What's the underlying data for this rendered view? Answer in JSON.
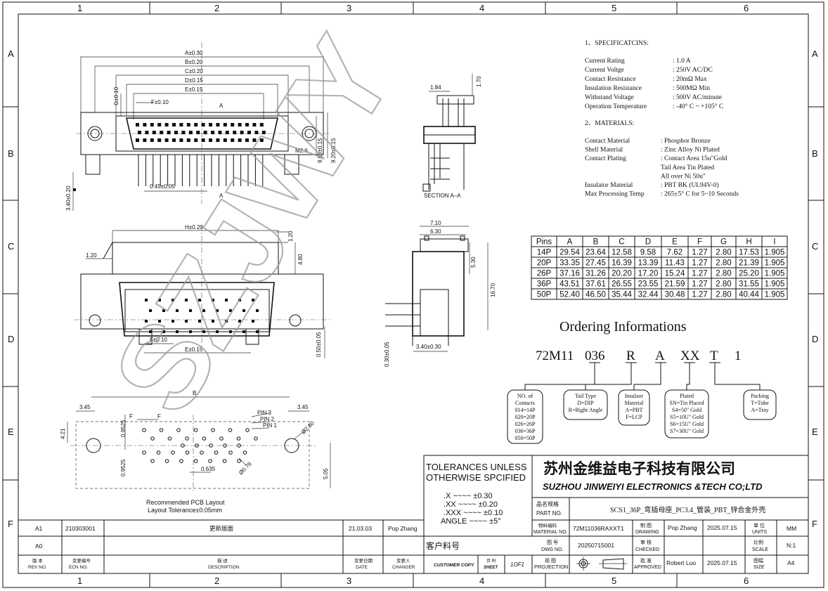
{
  "frame": {
    "col_labels": [
      "1",
      "2",
      "3",
      "4",
      "5",
      "6"
    ],
    "row_labels": [
      "A",
      "B",
      "C",
      "D",
      "E",
      "F"
    ]
  },
  "watermark": "SZJWY",
  "top_view": {
    "dims": [
      "A±0.30",
      "B±0.20",
      "C±0.20",
      "D±0.15",
      "E±0.15",
      "F±0.10",
      "A",
      "A",
      "G±0.10",
      "9.00±0.15",
      "9.20±0.15",
      "M2.6",
      "0.45±0.05",
      "3.40±0.20"
    ]
  },
  "section": {
    "dims": [
      "1.84",
      "1.70"
    ],
    "label": "SECTION A–A"
  },
  "front_view": {
    "dims": [
      "H±0.20",
      "1.20",
      "1.20",
      "4.80",
      "F±0.10",
      "E±0.15",
      "0.50±0.05"
    ]
  },
  "side_view": {
    "dims": [
      "7.10",
      "6.30",
      "5.30",
      "16.70",
      "3.40±0.30",
      "0.30±0.05"
    ]
  },
  "pcb": {
    "dims": [
      "B",
      "3.45",
      "3.45",
      "4.21",
      "F",
      "F",
      "0.9525",
      "0.9525",
      "0.635",
      "5.05"
    ],
    "pin_labels": [
      "PIN 3",
      "PIN 2",
      "PIN 1"
    ],
    "hole_dims": [
      "Ø2.80",
      "Ø0.78"
    ],
    "caption1": "Recommended PCB Layout",
    "caption2": "Layout Tolerance±0.05mm"
  },
  "specs": {
    "heading": "1、SPECIFICATCINS:",
    "rows": [
      {
        "k": "Current  Rating",
        "v": ": 1.0 A"
      },
      {
        "k": "Current  Voltge",
        "v": ": 250V AC/DC"
      },
      {
        "k": "Contact   Resistance",
        "v": ": 20mΩ  Max"
      },
      {
        "k": "Insulation Resistance",
        "v": ": 500MΩ Min"
      },
      {
        "k": "Withstand   Voltage",
        "v": ": 500V AC/minute"
      },
      {
        "k": "Operation  Temperature",
        "v": ": -40° C ~ +105° C"
      }
    ],
    "materials_heading": "2、MATERIALS:",
    "materials": [
      {
        "k": "Contact  Material",
        "v": ":   Phosphor Bronze"
      },
      {
        "k": "Shell    Material",
        "v": ":   Zinc  Alloy  Ni Plated"
      },
      {
        "k": "Contact  Plating",
        "v": ":   Contact Area 15u\"Gold"
      },
      {
        "k": "",
        "v": "     Tail  Area Tin  Plated"
      },
      {
        "k": "",
        "v": "     All  over  Ni  50u\""
      },
      {
        "k": "Insulator Material",
        "v": ":   PBT  BK (UL94V-0)"
      },
      {
        "k": "Max Processing Temp",
        "v": ":   265±5° C for 5~10 Seconds"
      }
    ]
  },
  "dim_table": {
    "headers": [
      "Pins",
      "A",
      "B",
      "C",
      "D",
      "E",
      "F",
      "G",
      "H",
      "I"
    ],
    "rows": [
      [
        "14P",
        "29.54",
        "23.64",
        "12.58",
        "9.58",
        "7.62",
        "1.27",
        "2.80",
        "17.53",
        "1.905"
      ],
      [
        "20P",
        "33.35",
        "27.45",
        "16.39",
        "13.39",
        "11.43",
        "1.27",
        "2.80",
        "21.39",
        "1.905"
      ],
      [
        "26P",
        "37.16",
        "31.26",
        "20.20",
        "17.20",
        "15.24",
        "1.27",
        "2.80",
        "25.20",
        "1.905"
      ],
      [
        "36P",
        "43.51",
        "37.61",
        "26.55",
        "23.55",
        "21.59",
        "1.27",
        "2.80",
        "31.55",
        "1.905"
      ],
      [
        "50P",
        "52.40",
        "46.50",
        "35.44",
        "32.44",
        "30.48",
        "1.27",
        "2.80",
        "40.44",
        "1.905"
      ]
    ]
  },
  "ordering": {
    "title": "Ordering Informations",
    "code": [
      "72M11",
      "036",
      "R",
      "A",
      "XX",
      "T",
      "1"
    ],
    "boxes": [
      [
        "NO. of",
        "Contacts",
        "014=14P",
        "020=20P",
        "026=26P",
        "036=36P",
        "050=50P"
      ],
      [
        "Tail Type",
        "D=DIP",
        "R=Right Angle"
      ],
      [
        "Insulaor",
        "Material",
        "A=PBT",
        "F=LCP"
      ],
      [
        "Plated",
        "SN=Tin Placed",
        "S4=50\" Gold",
        "S5=10U\" Gold",
        "S6=15U\" Gold",
        "S7=30U\" Gold"
      ],
      [
        "Packing",
        "T=Tube",
        "A=Tray"
      ]
    ]
  },
  "tolerances": {
    "line1": "TOLERANCES UNLESS",
    "line2": "OTHERWISE SPCIFIED",
    "rows": [
      ".X  ~~~~  ±0.30",
      ".XX  ~~~~  ±0.20",
      ".XXX  ~~~~  ±0.10",
      "ANGLE  ~~~~  ±5°"
    ]
  },
  "title_block": {
    "company_cn": "苏州金维益电子科技有限公司",
    "company_en": "SUZHOU JINWEIYI ELECTRONICS &TECH CO;LTD",
    "part_name_label_cn": "品名规格",
    "part_name_label": "PART NO.",
    "part_name": "SCS1_36P_弯插母座_PC3.4_管装_PBT_锌合金外壳",
    "material_label_cn": "物料编码",
    "material_label": "MATERIAL NO.",
    "material_no": "72M11036RAXXT1",
    "drawing_label_cn": "制 图",
    "drawing_label": "DRAWING",
    "drawer": "Pop Zhang",
    "draw_date": "2025.07.15",
    "units_label_cn": "单 位",
    "units_label": "UNITS",
    "units": "MM",
    "dwg_label_cn": "图 号",
    "dwg_label": "DWG NO.",
    "dwg_no": "20250715001",
    "checked_label_cn": "审 核",
    "checked_label": "CHECKED",
    "scale_label_cn": "比例",
    "scale_label": "SCALE",
    "scale": "N:1",
    "customer_label": "客户料号",
    "customer_copy": "CUSTOMER COPY",
    "sheet_label_cn": "页 码",
    "sheet_label": "SHEET",
    "sheet": "1OF1",
    "projection_label_cn": "视 图",
    "projection_label": "PROJECTION",
    "approved_label_cn": "批 准",
    "approved_label": "APPROVED",
    "approver": "Robert Luo",
    "approve_date": "2025.07.15",
    "size_label_cn": "图幅",
    "size_label": "SIZE",
    "size": "A4"
  },
  "revisions": {
    "rows": [
      {
        "rev": "A1",
        "ecn": "210303001",
        "desc": "更新版面",
        "date": "21.03.03",
        "changer": "Pop  Zhang"
      },
      {
        "rev": "A0",
        "ecn": "",
        "desc": "",
        "date": "",
        "changer": ""
      }
    ],
    "header": {
      "rev_cn": "版 本",
      "rev": "REV NO.",
      "ecn_cn": "变更编号",
      "ecn": "ECN  NO.",
      "desc_cn": "描 述",
      "desc": "DESCRIPTION",
      "date_cn": "变更日期",
      "date": "DATE",
      "changer_cn": "变更人",
      "changer": "CHANGER"
    }
  }
}
